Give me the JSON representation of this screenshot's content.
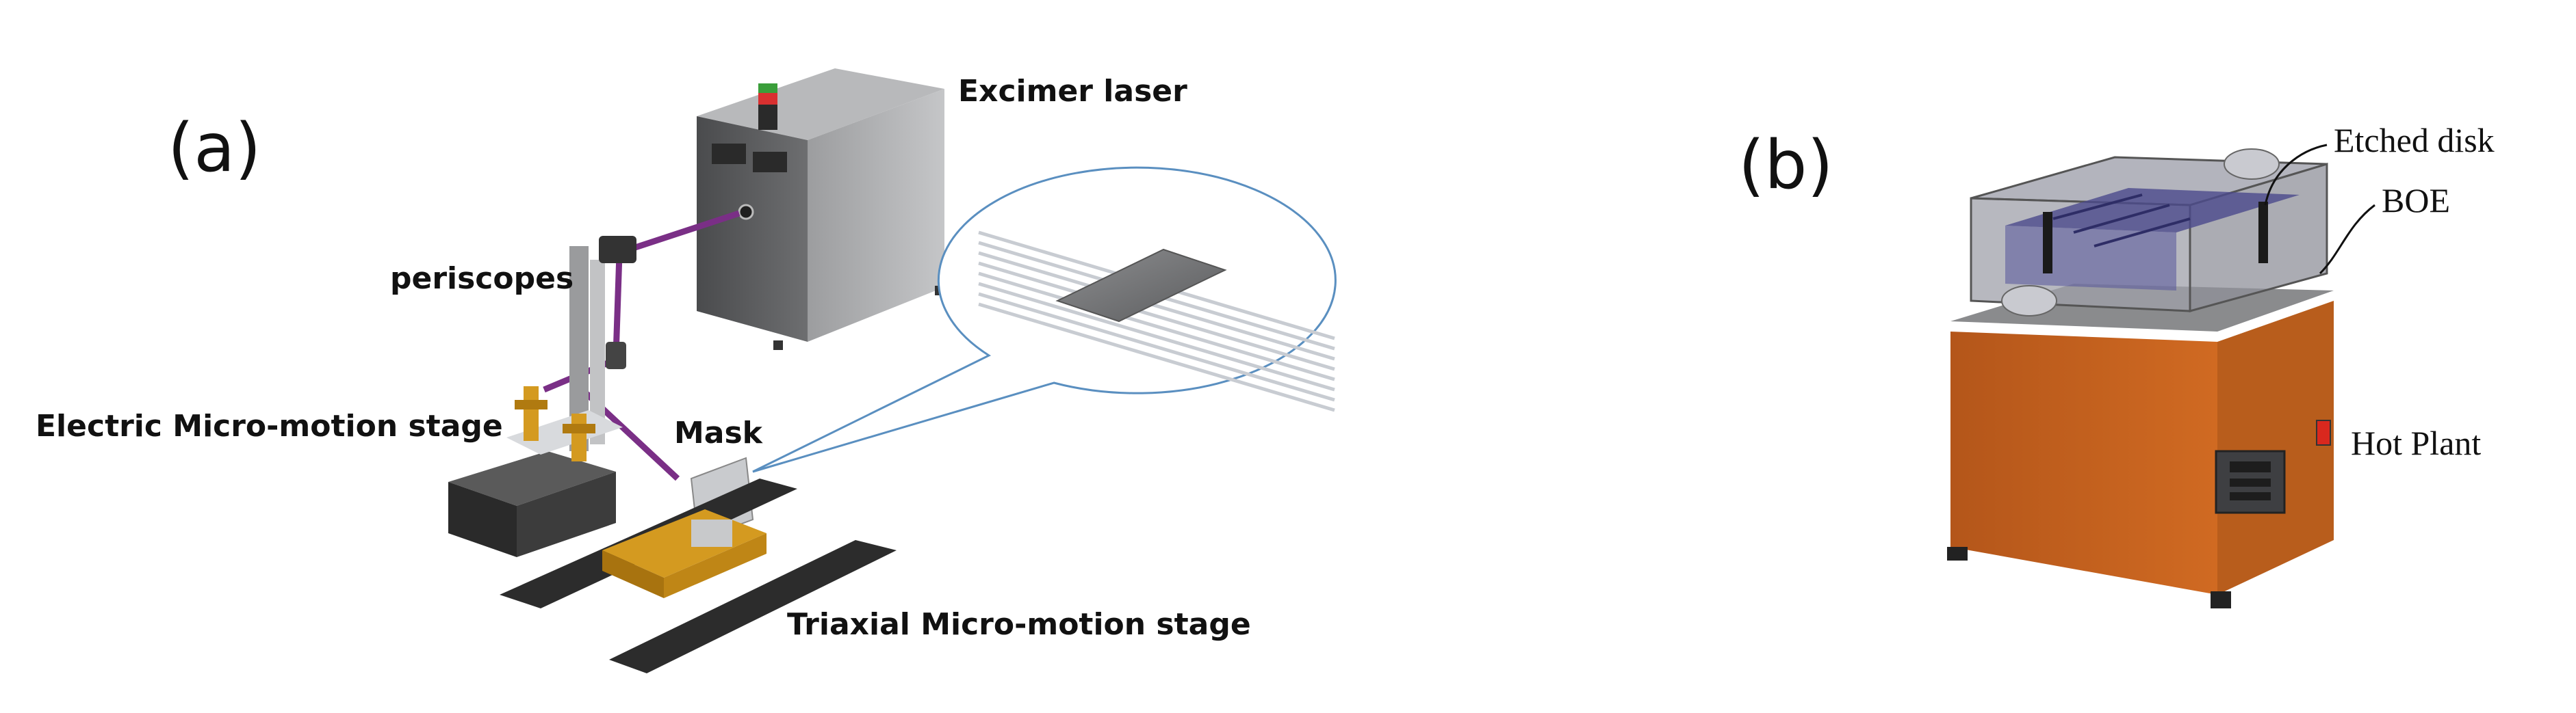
{
  "panel_a": {
    "label": "(a)",
    "labels": {
      "excimer_laser": "Excimer laser",
      "periscopes": "periscopes",
      "electric_stage": "Electric Micro-motion stage",
      "mask": "Mask",
      "triaxial_stage": "Triaxial Micro-motion stage"
    }
  },
  "panel_b": {
    "label": "(b)",
    "labels": {
      "etched_disk": "Etched disk",
      "boe": "BOE",
      "hot_plant": "Hot Plant"
    }
  },
  "colors": {
    "beam": "#7a2f86",
    "laser_body": "#5f6062",
    "stage_gold": "#d49a20",
    "rail_dark": "#2c2c2c",
    "hotplate_orange": "#c8621c",
    "boe_liquid": "#4b4a8c"
  }
}
